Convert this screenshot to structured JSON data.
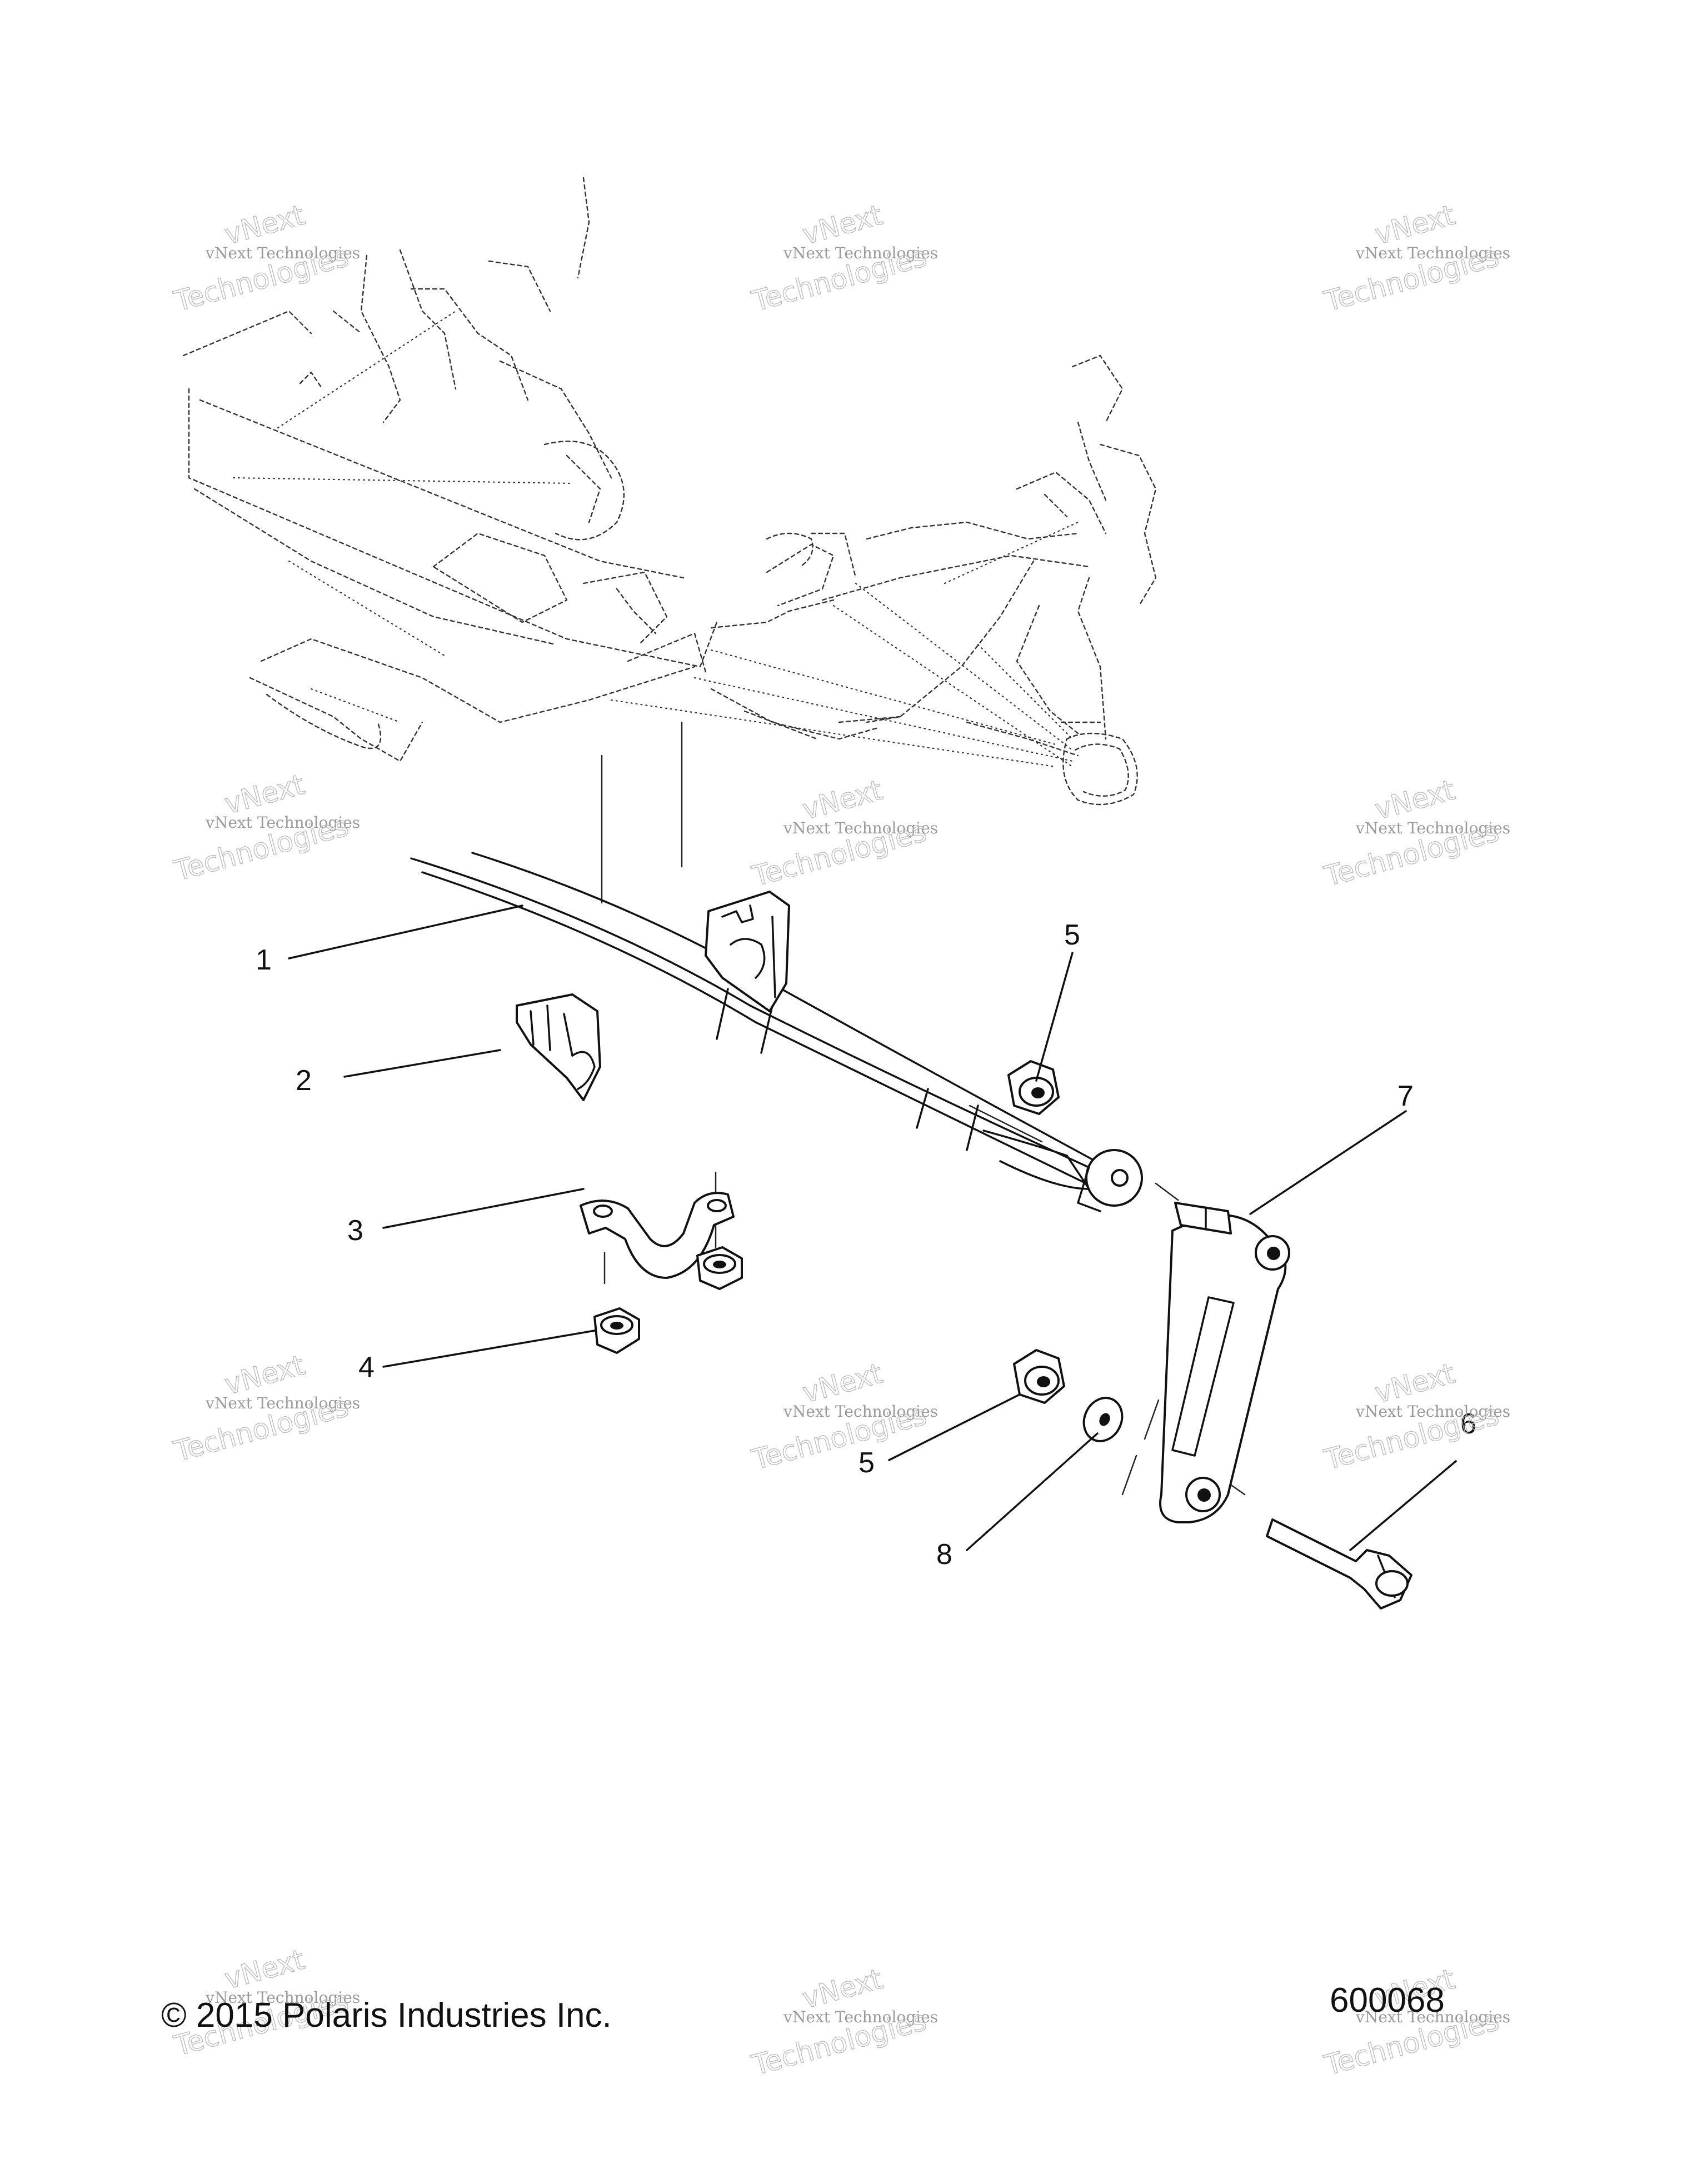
{
  "callouts": [
    "1",
    "2",
    "3",
    "4",
    "5",
    "5",
    "6",
    "7",
    "8"
  ],
  "watermark": {
    "line1": "vNext Technologies",
    "line2": "vNext",
    "line3": "Technologies"
  },
  "footer": {
    "copyright": "© 2015 Polaris Industries Inc.",
    "diagram_number": "600068"
  }
}
